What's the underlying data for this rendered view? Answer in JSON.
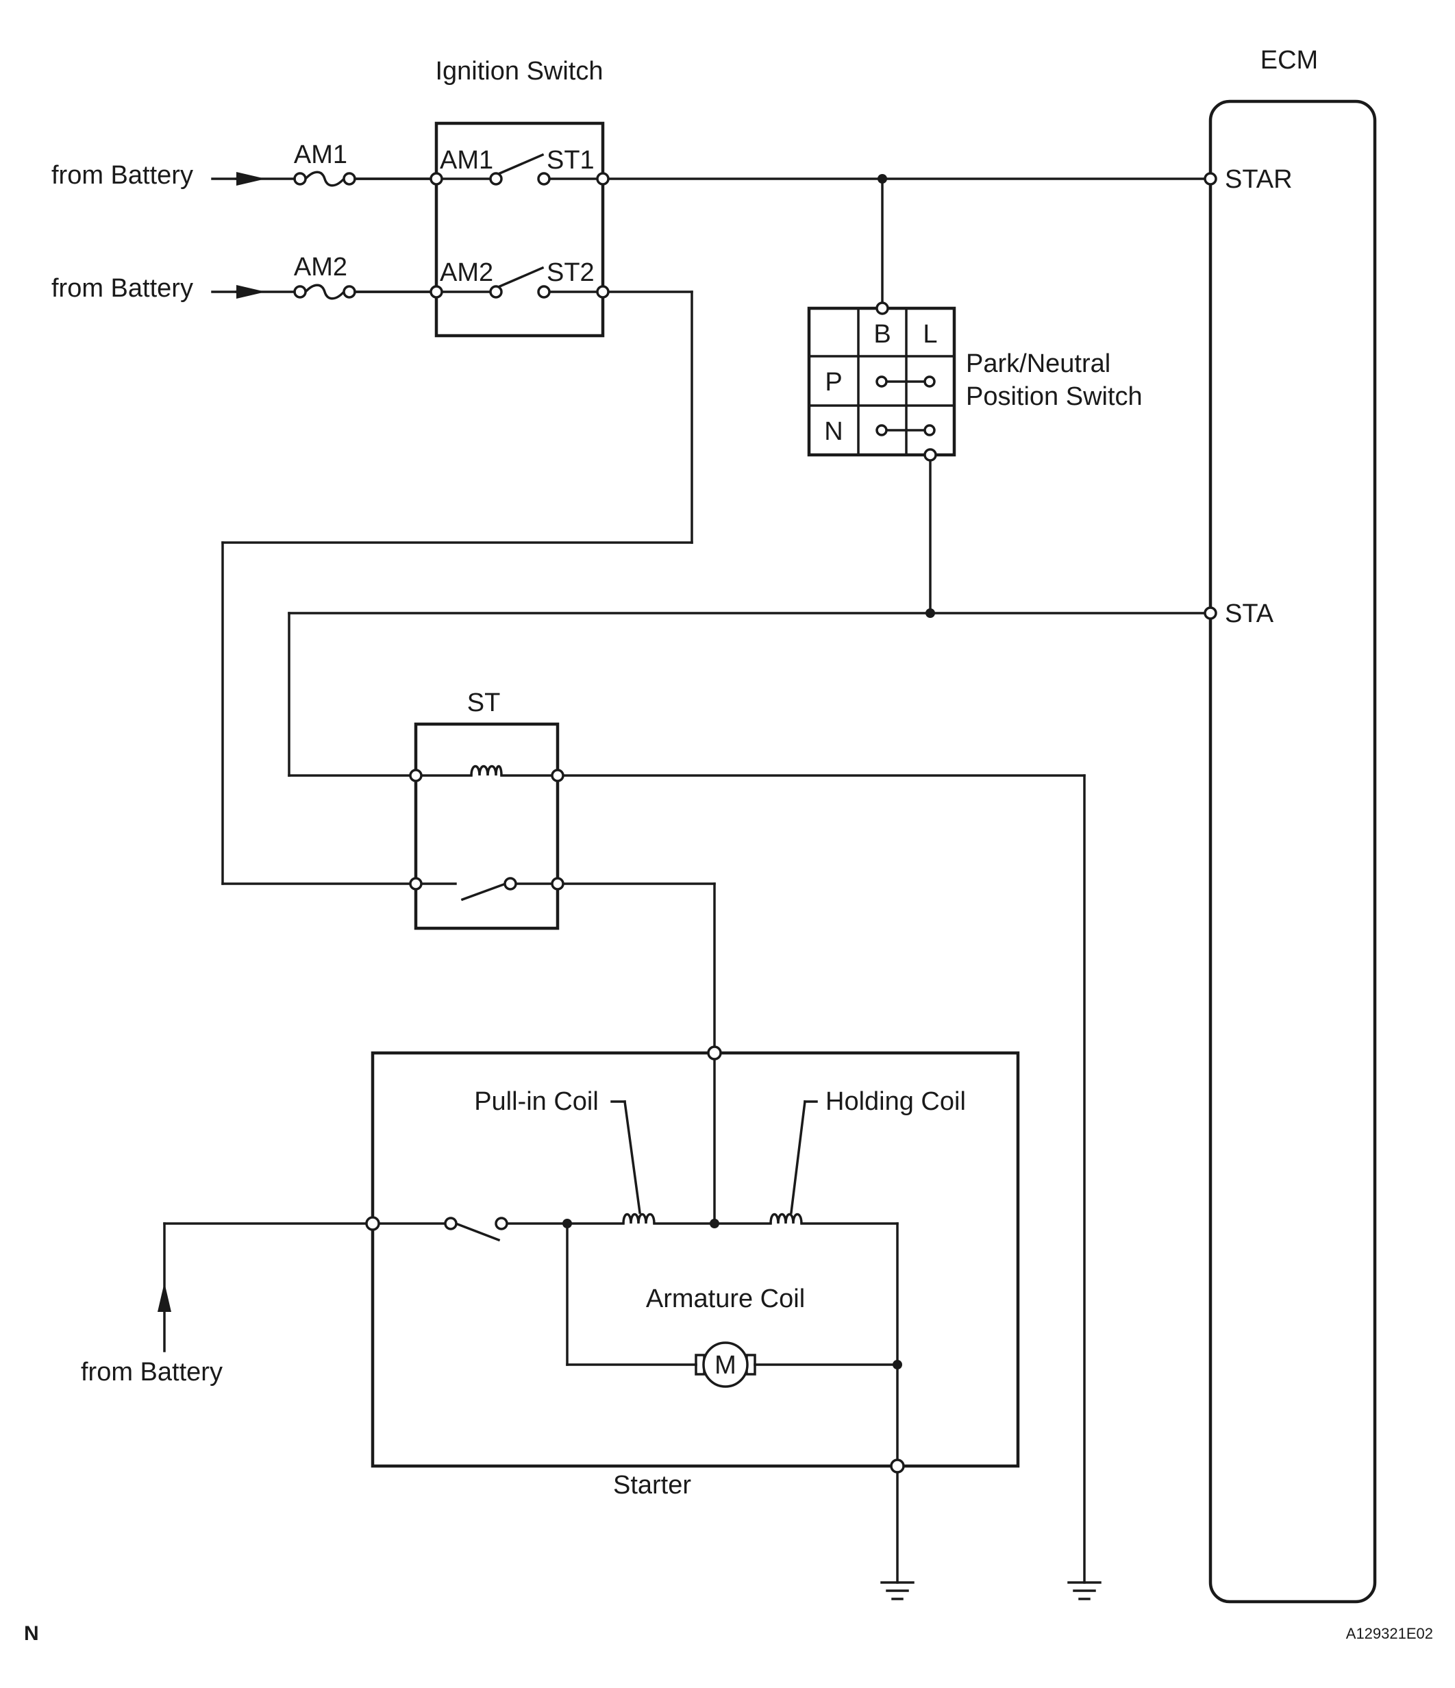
{
  "labels": {
    "ignition_switch": "Ignition Switch",
    "ecm": "ECM",
    "from_battery_1": "from Battery",
    "from_battery_2": "from Battery",
    "from_battery_3": "from Battery",
    "fuse_am1": "AM1",
    "fuse_am2": "AM2",
    "ig_am1": "AM1",
    "ig_st1": "ST1",
    "ig_am2": "AM2",
    "ig_st2": "ST2",
    "star": "STAR",
    "sta": "STA",
    "pnp_b": "B",
    "pnp_l": "L",
    "pnp_p": "P",
    "pnp_n": "N",
    "pnp_line1": "Park/Neutral",
    "pnp_line2": "Position Switch",
    "st_relay": "ST",
    "pull_in_coil": "Pull-in Coil",
    "holding_coil": "Holding Coil",
    "armature_coil": "Armature Coil",
    "motor": "M",
    "starter": "Starter",
    "corner": "N",
    "code": "A129321E02"
  }
}
